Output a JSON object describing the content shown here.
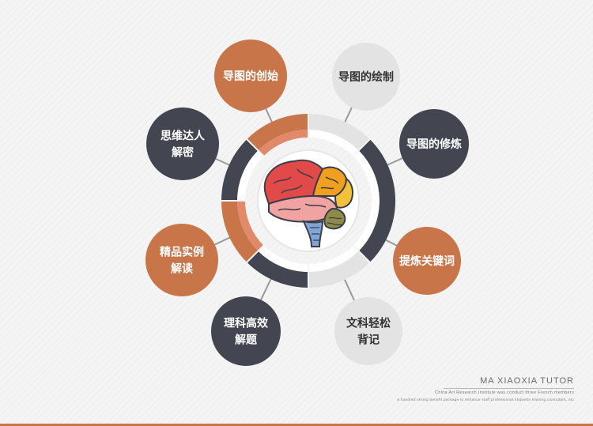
{
  "colors": {
    "orange": "#c8754a",
    "light_orange": "#e08a6a",
    "dark": "#434650",
    "light_gray": "#e3e3e3",
    "white": "#ffffff",
    "connector": "#9a9a9a"
  },
  "center": {
    "icon": "brain-icon"
  },
  "nodes": [
    {
      "id": "chuangshi",
      "lines": [
        "导图的创始"
      ],
      "style": "orange"
    },
    {
      "id": "huizhi",
      "lines": [
        "导图的绘制"
      ],
      "style": "light"
    },
    {
      "id": "xiulian",
      "lines": [
        "导图的修炼"
      ],
      "style": "dark"
    },
    {
      "id": "tilian",
      "lines": [
        "提炼关键词"
      ],
      "style": "orange"
    },
    {
      "id": "wenke",
      "lines": [
        "文科轻松",
        "背记"
      ],
      "style": "light"
    },
    {
      "id": "like",
      "lines": [
        "理科高效",
        "解题"
      ],
      "style": "dark"
    },
    {
      "id": "jingpin",
      "lines": [
        "精品实例",
        "解读"
      ],
      "style": "orange"
    },
    {
      "id": "siwei",
      "lines": [
        "思维达人",
        "解密"
      ],
      "style": "dark"
    }
  ],
  "footer": {
    "brand": "MA XIAOXIA TUTOR",
    "line2": "China Art Research Institute was conduct three French members",
    "line3": "a hundred strong benefit package to enhance staff professional etiquette training consultant, etc"
  }
}
